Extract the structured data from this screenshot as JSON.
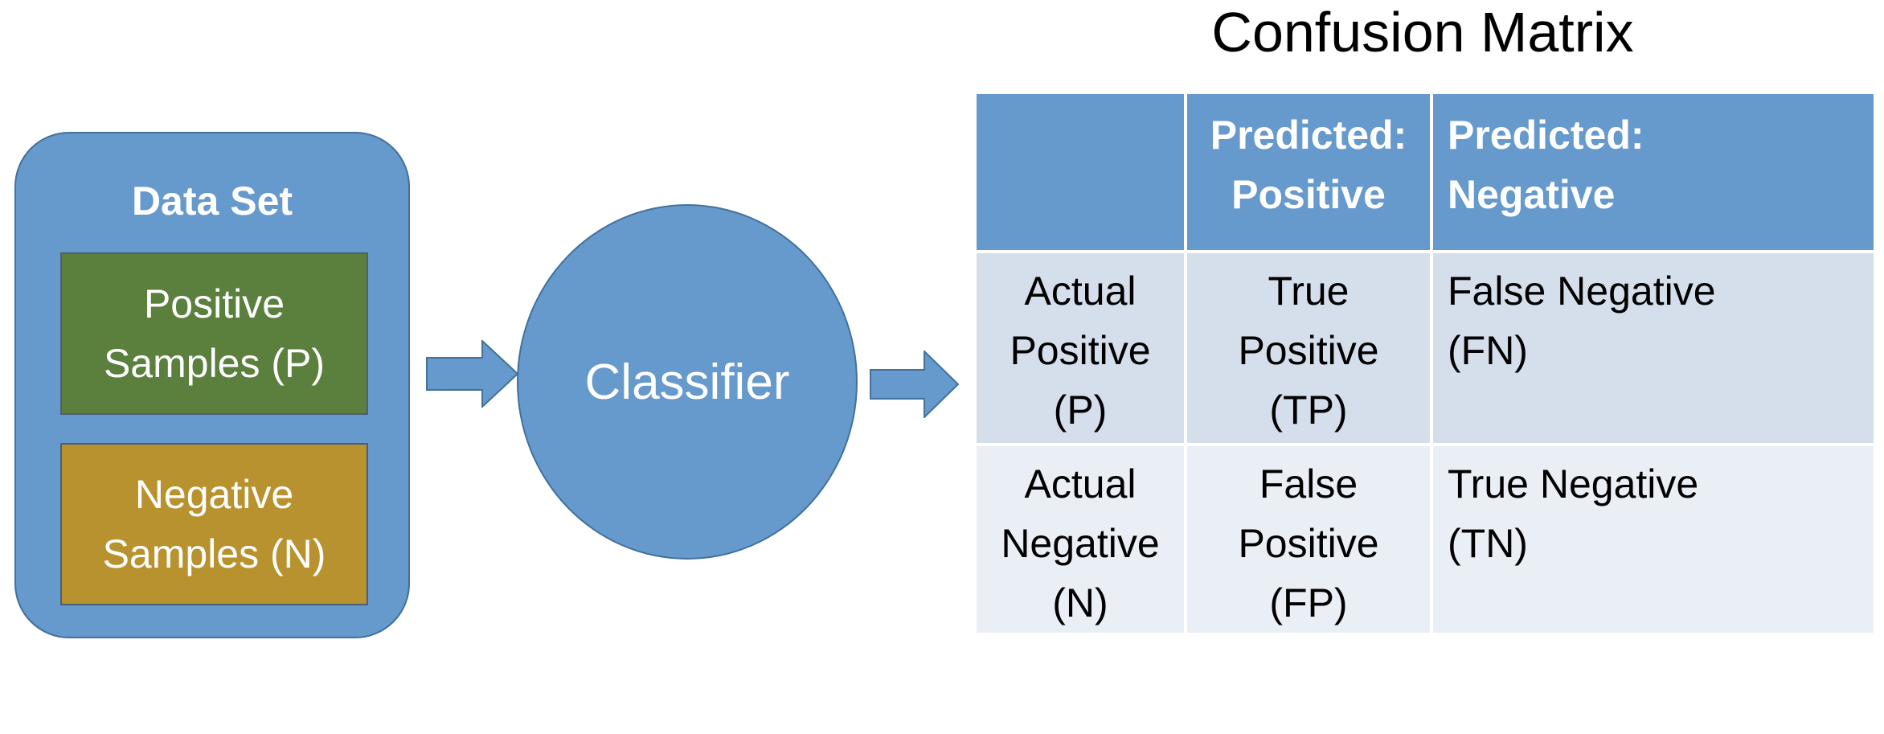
{
  "dataset": {
    "title": "Data Set",
    "positive": [
      "Positive",
      "Samples (P)"
    ],
    "negative": [
      "Negative",
      "Samples (N)"
    ]
  },
  "classifier": {
    "label": "Classifier"
  },
  "confusion_matrix": {
    "title": "Confusion Matrix",
    "header": [
      [],
      [
        "Predicted:",
        "Positive"
      ],
      [
        "Predicted:",
        "Negative"
      ]
    ],
    "rows": [
      [
        [
          "Actual",
          "Positive",
          "(P)"
        ],
        [
          "True",
          "Positive",
          "(TP)"
        ],
        [
          "False Negative",
          "(FN)"
        ]
      ],
      [
        [
          "Actual",
          "Negative",
          "(N)"
        ],
        [
          "False",
          "Positive",
          "(FP)"
        ],
        [
          "True Negative",
          "(TN)"
        ]
      ]
    ]
  },
  "colors": {
    "blue": "#6699CC",
    "blue_border": "#41719C",
    "green": "#5B7F3D",
    "gold": "#B8922F",
    "row1": "#D5DEEB",
    "row2": "#EAEFF6"
  }
}
